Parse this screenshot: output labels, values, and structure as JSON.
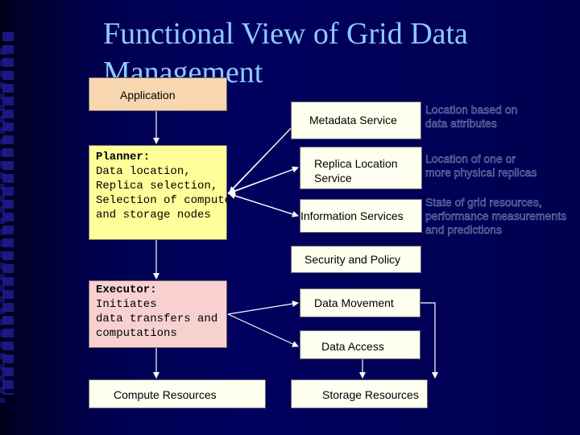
{
  "slide": {
    "title": "Functional View of Grid Data Management"
  },
  "boxes": {
    "application": "Application",
    "planner": {
      "heading": "Planner:",
      "lines": [
        "Data location,",
        "Replica selection,",
        "Selection of compute",
        "and storage nodes"
      ]
    },
    "executor": {
      "heading": "Executor:",
      "lines": [
        "Initiates",
        "data transfers and",
        "computations"
      ]
    },
    "compute_resources": "Compute Resources",
    "metadata_service": "Metadata Service",
    "replica_location": [
      "Replica Location",
      "Service"
    ],
    "information_services": "Information Services",
    "security_policy": "Security and Policy",
    "data_movement": "Data Movement",
    "data_access": "Data Access",
    "storage_resources": "Storage Resources"
  },
  "notes": {
    "metadata": [
      "Location based on",
      "data attributes"
    ],
    "replica": [
      "Location of one or",
      "more physical replicas"
    ],
    "information": [
      "State of grid resources,",
      "performance measurements",
      "and predictions"
    ]
  },
  "colors": {
    "title": "#8fc9ff",
    "application_box": "#f8d7b0",
    "planner_box": "#ffff99",
    "executor_box": "#f8d0d0",
    "service_box": "#fffff0",
    "note_text": "#1b1b5e",
    "arrow": "#ffffff"
  }
}
